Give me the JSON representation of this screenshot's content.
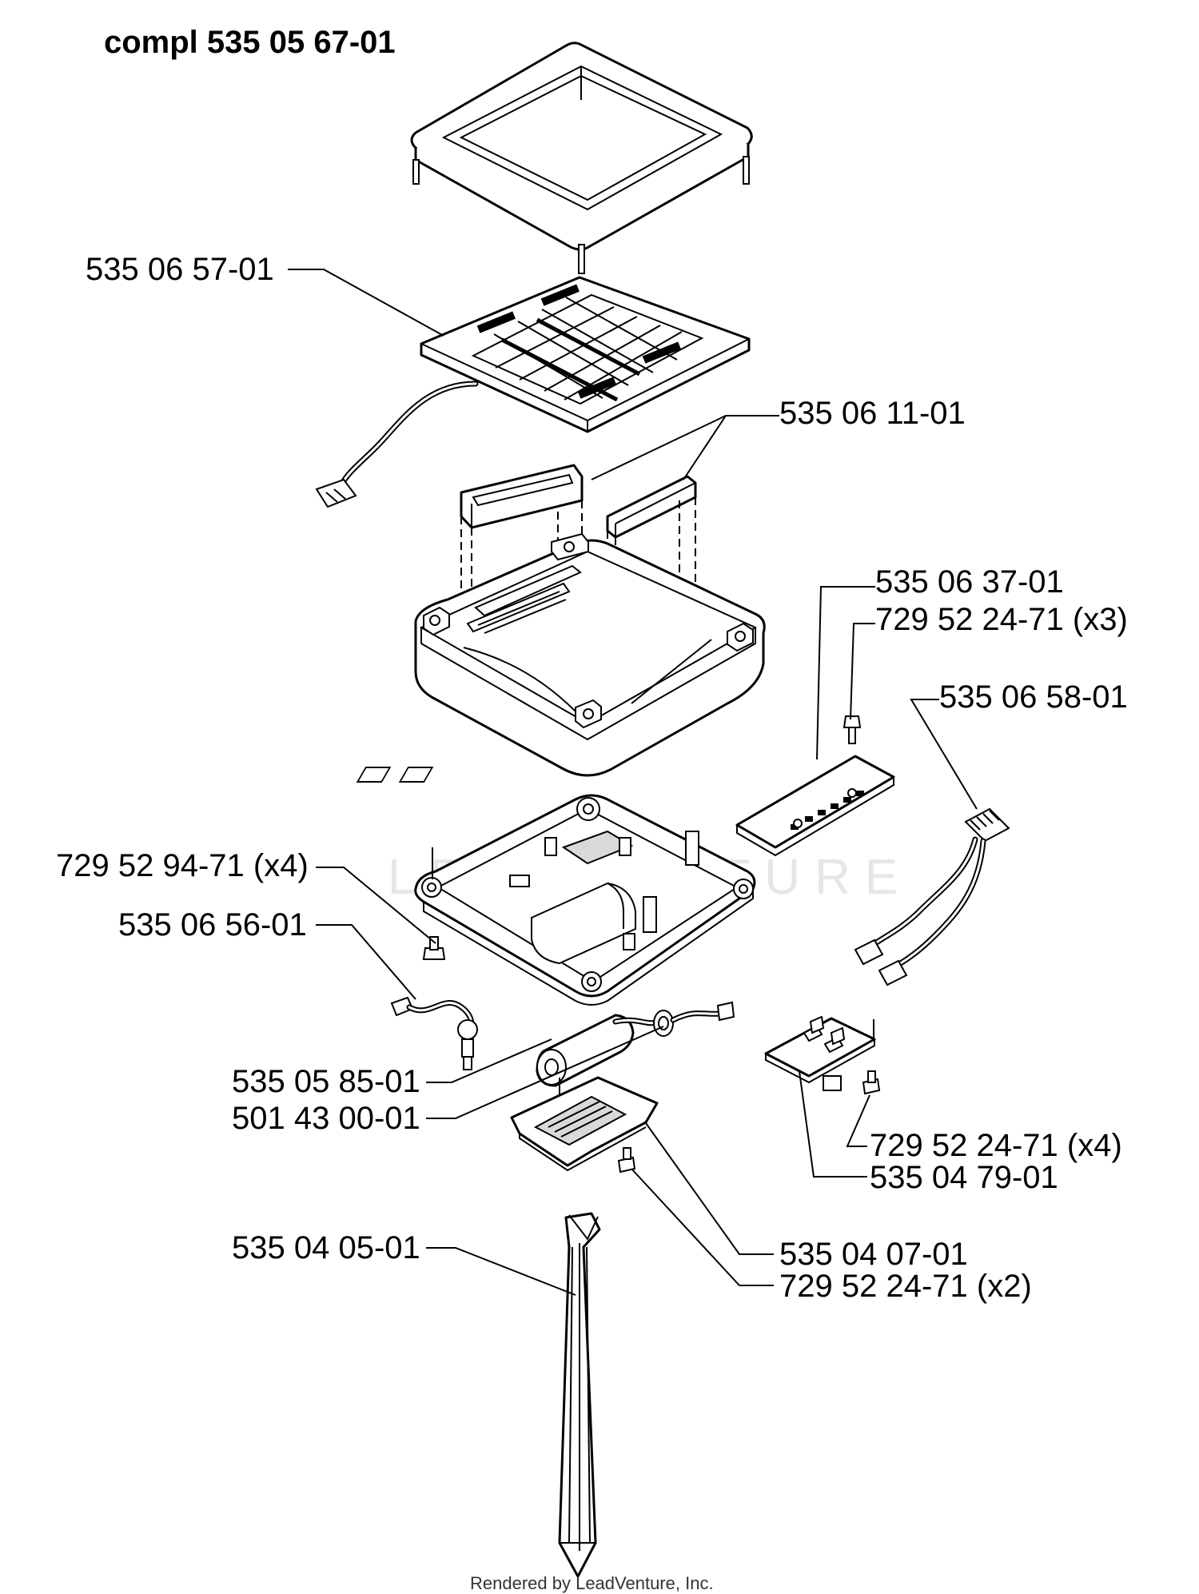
{
  "title": "compl 535 05 67-01",
  "footer": "Rendered by LeadVenture, Inc.",
  "watermark": "LEADVENTURE",
  "part_labels": {
    "solar_panel": "535 06 57-01",
    "battery_pack": "535 06 11-01",
    "circuit_board": "535 06 37-01",
    "board_screw": "729 52 24-71 (x3)",
    "cable_harness": "535 06 58-01",
    "base_screw": "729 52 94-71 (x4)",
    "lamp_cable": "535 06 56-01",
    "battery": "535 05 85-01",
    "grommet": "501 43 00-01",
    "switch_screw": "729 52 24-71 (x4)",
    "switch_board": "535 04 79-01",
    "stake": "535 04 05-01",
    "cover_plate": "535 04 07-01",
    "cover_screw": "729 52 24-71 (x2)"
  }
}
